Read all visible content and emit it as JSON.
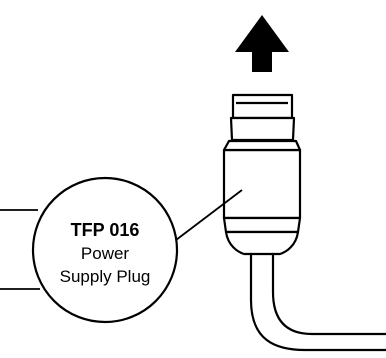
{
  "callout": {
    "code": "TFP 016",
    "line1": "Power",
    "line2": "Supply Plug"
  },
  "arrow": {
    "direction": "up",
    "icon": "arrow-up-icon"
  },
  "colors": {
    "stroke": "#000000",
    "fill": "#ffffff",
    "arrow": "#000000"
  }
}
